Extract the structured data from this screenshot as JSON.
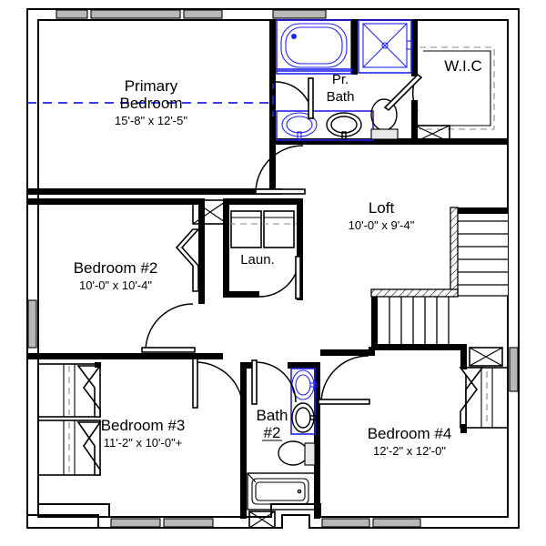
{
  "document": {
    "type": "architectural-floor-plan",
    "title": "Second Floor Plan",
    "background_color": "#ffffff",
    "line_color": "#000000",
    "fixture_accent_color": "#2222ee",
    "window_color": "#b8b8b8"
  },
  "rooms": [
    {
      "id": "primary-bedroom",
      "name_line1": "Primary",
      "name_line2": "Bedroom",
      "dimensions": "15'-8\" x 12'-5\""
    },
    {
      "id": "primary-bath",
      "name_line1": "Pr.",
      "name_line2": "Bath",
      "dimensions": ""
    },
    {
      "id": "wic",
      "name_line1": "W.I.C",
      "name_line2": "",
      "dimensions": ""
    },
    {
      "id": "loft",
      "name_line1": "Loft",
      "name_line2": "",
      "dimensions": "10'-0\" x 9'-4\""
    },
    {
      "id": "bedroom-2",
      "name_line1": "Bedroom #2",
      "name_line2": "",
      "dimensions": "10'-0\" x 10'-4\""
    },
    {
      "id": "laundry",
      "name_line1": "Laun.",
      "name_line2": "",
      "dimensions": ""
    },
    {
      "id": "bedroom-3",
      "name_line1": "Bedroom #3",
      "name_line2": "",
      "dimensions": "11'-2\" x 10'-0\"+"
    },
    {
      "id": "bath-2",
      "name_line1": "Bath",
      "name_line2": "#2",
      "dimensions": ""
    },
    {
      "id": "bedroom-4",
      "name_line1": "Bedroom #4",
      "name_line2": "",
      "dimensions": "12'-2\" x 12'-0\""
    }
  ],
  "labels": {
    "primary_bedroom_name_1": "Primary",
    "primary_bedroom_name_2": "Bedroom",
    "primary_bedroom_dims": "15'-8\" x 12'-5\"",
    "primary_bath_name_1": "Pr.",
    "primary_bath_name_2": "Bath",
    "wic_name": "W.I.C",
    "loft_name": "Loft",
    "loft_dims": "10'-0\" x 9'-4\"",
    "bedroom2_name": "Bedroom #2",
    "bedroom2_dims": "10'-0\" x 10'-4\"",
    "laundry_name": "Laun.",
    "bedroom3_name": "Bedroom #3",
    "bedroom3_dims": "11'-2\" x 10'-0\"+",
    "bath2_name_1": "Bath",
    "bath2_name_2": "#2",
    "bedroom4_name": "Bedroom #4",
    "bedroom4_dims": "12'-2\" x 12'-0\""
  },
  "fixtures": [
    {
      "id": "bathtub-primary",
      "type": "bathtub",
      "color": "#2222ee",
      "room": "primary-bath"
    },
    {
      "id": "shower-primary",
      "type": "shower",
      "color": "#2222ee",
      "room": "primary-bath"
    },
    {
      "id": "sink-primary-left",
      "type": "sink",
      "color": "#2222ee",
      "room": "primary-bath"
    },
    {
      "id": "sink-primary-right",
      "type": "sink",
      "color": "#000000",
      "room": "primary-bath"
    },
    {
      "id": "toilet-primary",
      "type": "toilet",
      "color": "#000000",
      "room": "primary-bath"
    },
    {
      "id": "washer",
      "type": "washer",
      "color": "#000000",
      "room": "laundry"
    },
    {
      "id": "dryer",
      "type": "dryer",
      "color": "#000000",
      "room": "laundry"
    },
    {
      "id": "sink-bath2-upper",
      "type": "sink",
      "color": "#2222ee",
      "room": "bath-2"
    },
    {
      "id": "sink-bath2-lower",
      "type": "sink",
      "color": "#000000",
      "room": "bath-2"
    },
    {
      "id": "toilet-bath2",
      "type": "toilet",
      "color": "#000000",
      "room": "bath-2"
    },
    {
      "id": "bathtub-bath2",
      "type": "bathtub",
      "color": "#000000",
      "room": "bath-2"
    }
  ],
  "circulation": {
    "stairs_label": "stairs",
    "stair_treads_upper": 6,
    "stair_treads_lower": 6
  },
  "counts": {
    "bedrooms": 4,
    "bathrooms": 2,
    "closets": 4
  }
}
